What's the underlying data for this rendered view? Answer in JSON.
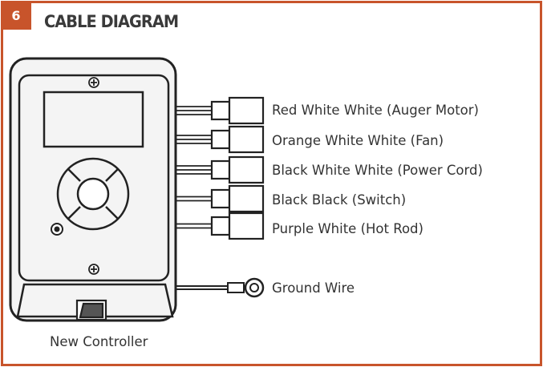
{
  "badge": {
    "number": "6"
  },
  "title": "CABLE DIAGRAM",
  "controller_label": "New Controller",
  "connectors": [
    {
      "label": "Red White White (Auger Motor)"
    },
    {
      "label": "Orange White White (Fan)"
    },
    {
      "label": "Black White White (Power Cord)"
    },
    {
      "label": "Black Black (Switch)"
    },
    {
      "label": "Purple White (Hot Rod)"
    }
  ],
  "ground": {
    "label": "Ground Wire"
  },
  "colors": {
    "accent": "#c8542b",
    "ink": "#333333",
    "device_fill": "#f4f4f4"
  }
}
